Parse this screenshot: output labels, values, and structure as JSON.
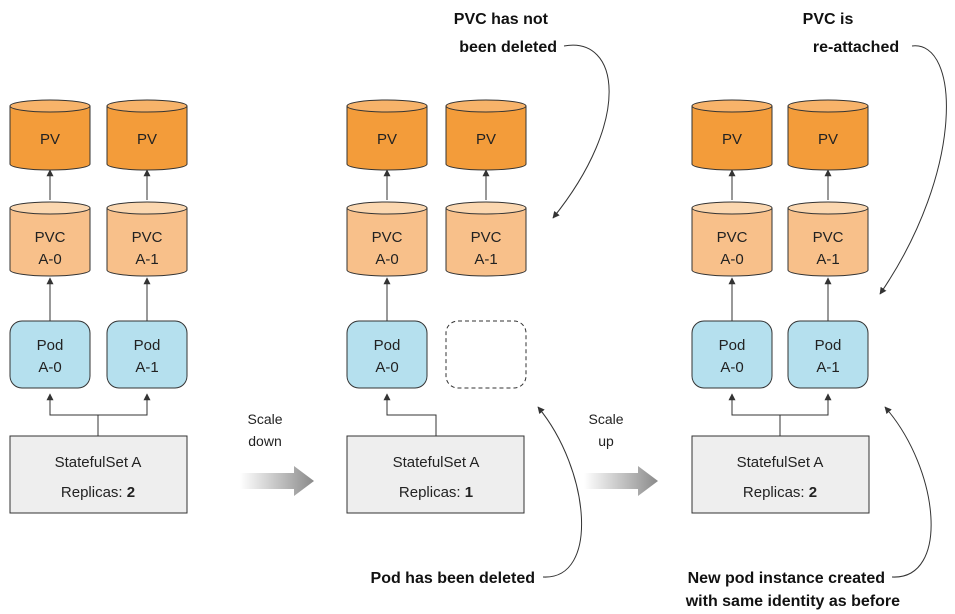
{
  "colors": {
    "pv_fill": "#f39c3a",
    "pv_top": "#f7b36a",
    "pvc_fill": "#f8c08a",
    "pvc_top": "#fbd7b0",
    "pod_fill": "#b5e0ee",
    "statefulset_fill": "#eeeeee",
    "stroke": "#333333"
  },
  "panel1": {
    "pv_left": "PV",
    "pv_right": "PV",
    "pvc_left_1": "PVC",
    "pvc_left_2": "A-0",
    "pvc_right_1": "PVC",
    "pvc_right_2": "A-1",
    "pod_left_1": "Pod",
    "pod_left_2": "A-0",
    "pod_right_1": "Pod",
    "pod_right_2": "A-1",
    "statefulset_name": "StatefulSet A",
    "replicas_label": "Replicas: ",
    "replicas_value": "2"
  },
  "panel2": {
    "pv_left": "PV",
    "pv_right": "PV",
    "pvc_left_1": "PVC",
    "pvc_left_2": "A-0",
    "pvc_right_1": "PVC",
    "pvc_right_2": "A-1",
    "pod_left_1": "Pod",
    "pod_left_2": "A-0",
    "statefulset_name": "StatefulSet A",
    "replicas_label": "Replicas: ",
    "replicas_value": "1"
  },
  "panel3": {
    "pv_left": "PV",
    "pv_right": "PV",
    "pvc_left_1": "PVC",
    "pvc_left_2": "A-0",
    "pvc_right_1": "PVC",
    "pvc_right_2": "A-1",
    "pod_left_1": "Pod",
    "pod_left_2": "A-0",
    "pod_right_1": "Pod",
    "pod_right_2": "A-1",
    "statefulset_name": "StatefulSet A",
    "replicas_label": "Replicas: ",
    "replicas_value": "2"
  },
  "transitions": {
    "scale_down_1": "Scale",
    "scale_down_2": "down",
    "scale_up_1": "Scale",
    "scale_up_2": "up"
  },
  "annotations": {
    "pvc_not_deleted_1": "PVC has not",
    "pvc_not_deleted_2": "been deleted",
    "pvc_reattached_1": "PVC is",
    "pvc_reattached_2": "re-attached",
    "pod_deleted": "Pod has been deleted",
    "new_pod_1": "New pod instance created",
    "new_pod_2": "with same identity as before"
  }
}
